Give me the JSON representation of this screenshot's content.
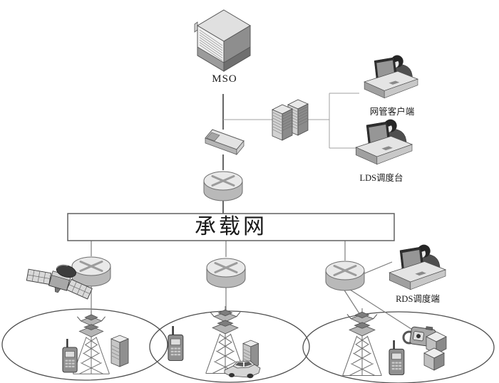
{
  "diagram": {
    "type": "network-topology",
    "background": "#ffffff",
    "colors": {
      "connector_line": "#9a9a9a",
      "trunk_line": "#666666",
      "outline": "#555555",
      "text": "#1a1a1a",
      "box_fill": "#ffffff"
    },
    "nodes": {
      "mso": {
        "label": "MSO",
        "icon": "chassis-switch-icon"
      },
      "nms_client": {
        "label": "网管客户端",
        "icon": "operator-desk-icon"
      },
      "lds_console": {
        "label": "LDS调度台",
        "icon": "operator-desk-icon"
      },
      "bearer_network": {
        "label": "承载网",
        "icon": "labeled-box"
      },
      "rds_terminal": {
        "label": "RDS调度端",
        "icon": "operator-desk-icon"
      },
      "core_servers": {
        "label": "",
        "icon": "server-pair-icon"
      },
      "core_switch": {
        "label": "",
        "icon": "lan-switch-icon"
      },
      "core_router": {
        "label": "",
        "icon": "router-icon"
      },
      "edge_router_left": {
        "label": "",
        "icon": "router-icon"
      },
      "edge_router_middle": {
        "label": "",
        "icon": "router-icon"
      },
      "edge_router_right": {
        "label": "",
        "icon": "router-icon"
      },
      "satellite": {
        "label": "",
        "icon": "satellite-icon"
      }
    },
    "cells": [
      {
        "name": "coverage-cell-left",
        "contents": [
          "handheld-radio",
          "base-station-tower",
          "equipment-cabinet"
        ]
      },
      {
        "name": "coverage-cell-middle",
        "contents": [
          "handheld-radio",
          "base-station-tower",
          "equipment-cabinet",
          "vehicle"
        ]
      },
      {
        "name": "coverage-cell-right",
        "contents": [
          "base-station-tower",
          "handheld-radio",
          "camera-device",
          "equipment-boxes"
        ]
      }
    ]
  }
}
